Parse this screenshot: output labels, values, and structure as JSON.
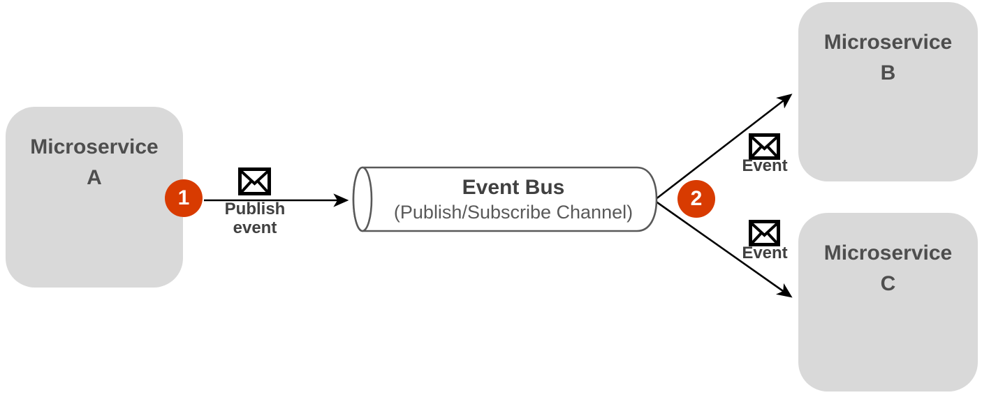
{
  "title": "Event bus publish/subscribe diagram",
  "colors": {
    "background": "#ffffff",
    "node_fill": "#d9d9d9",
    "node_text": "#4e4e4e",
    "badge_fill": "#d83b01",
    "badge_text": "#ffffff",
    "line": "#000000",
    "cylinder_border": "#595959",
    "cylinder_fill": "#ffffff",
    "bus_title_text": "#404040",
    "bus_subtitle_text": "#595959",
    "label_text": "#404040"
  },
  "nodes": {
    "a": {
      "line1": "Microservice",
      "line2": "A"
    },
    "b": {
      "line1": "Microservice",
      "line2": "B"
    },
    "c": {
      "line1": "Microservice",
      "line2": "C"
    }
  },
  "bus": {
    "title": "Event Bus",
    "subtitle": "(Publish/Subscribe Channel)"
  },
  "badges": {
    "step1": "1",
    "step2": "2"
  },
  "labels": {
    "publish_line1": "Publish",
    "publish_line2": "event",
    "event_to_b": "Event",
    "event_to_c": "Event"
  },
  "icons": {
    "envelope": "envelope-icon"
  }
}
